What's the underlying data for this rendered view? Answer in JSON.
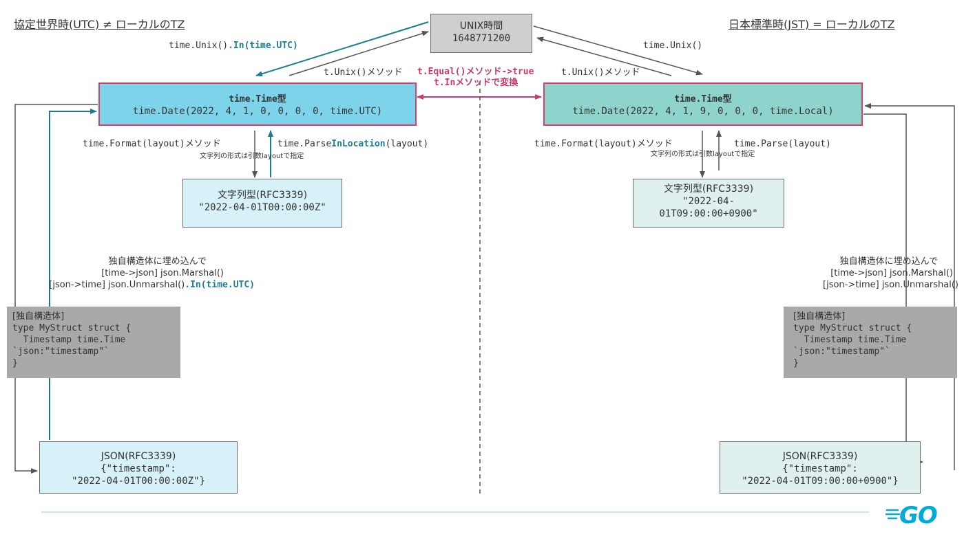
{
  "headings": {
    "left": "協定世界時(UTC) ≠ ローカルのTZ",
    "right": "日本標準時(JST) = ローカルのTZ"
  },
  "unix_box": {
    "title": "UNIX時間",
    "value": "1648771200"
  },
  "left": {
    "unix_in_prefix": "time.Unix()",
    "unix_in_highlight": ".In(time.UTC)",
    "unix_method": "t.Unix()メソッド",
    "time_box_title": "time.Time型",
    "time_box_value": "time.Date(2022, 4, 1, 0, 0, 0, 0, time.UTC)",
    "format_label": "time.Format(layout)メソッド",
    "format_note": "文字列の形式は引数layoutで指定",
    "parse_prefix": "time.Parse",
    "parse_highlight": "InLocation",
    "parse_suffix": "(layout)",
    "string_box_title": "文字列型(RFC3339)",
    "string_box_value": "\"2022-04-01T00:00:00Z\"",
    "embed_line1": "独自構造体に埋め込んで",
    "embed_line2": "[time->json] json.Marshal()",
    "embed_line3_prefix": "[json->time] json.Unmarshal()",
    "embed_line3_highlight": ".In(time.UTC)",
    "struct_lines": [
      "[独自構造体]",
      "type MyStruct struct {",
      "  Timestamp time.Time",
      "`json:\"timestamp\"`",
      "}"
    ],
    "json_box_title": "JSON(RFC3339)",
    "json_box_line1": "{\"timestamp\":",
    "json_box_line2": "\"2022-04-01T00:00:00Z\"}"
  },
  "center": {
    "equal_label": "t.Equal()メソッド->true",
    "in_label": "t.Inメソッドで変換"
  },
  "right": {
    "unix_in": "time.Unix()",
    "unix_method": "t.Unix()メソッド",
    "time_box_title": "time.Time型",
    "time_box_value": "time.Date(2022, 4, 1, 9, 0, 0, 0, time.Local)",
    "format_label": "time.Format(layout)メソッド",
    "format_note": "文字列の形式は引数layoutで指定",
    "parse_label": "time.Parse(layout)",
    "string_box_title": "文字列型(RFC3339)",
    "string_box_value_line1": "\"2022-04-",
    "string_box_value_line2": "01T09:00:00+0900\"",
    "embed_line1": "独自構造体に埋め込んで",
    "embed_line2": "[time->json] json.Marshal()",
    "embed_line3": "[json->time] json.Unmarshal()",
    "struct_lines": [
      "[独自構造体]",
      "type MyStruct struct {",
      "  Timestamp time.Time",
      "`json:\"timestamp\"`",
      "}"
    ],
    "json_box_title": "JSON(RFC3339)",
    "json_box_line1": "{\"timestamp\":",
    "json_box_line2": "\"2022-04-01T09:00:00+0900\"}"
  },
  "logo": {
    "text": "GO"
  },
  "colors": {
    "teal": "#1b7d90",
    "pink": "#c73a6e",
    "gray_line": "#555555",
    "go_blue": "#00acd7"
  }
}
